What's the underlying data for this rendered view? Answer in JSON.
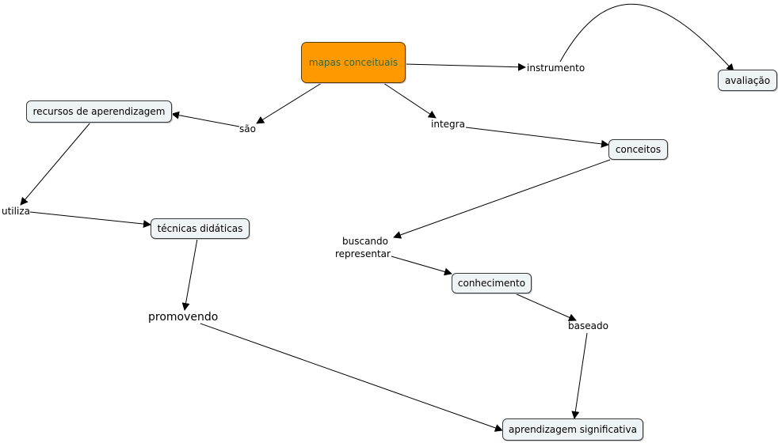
{
  "nodes": {
    "mapas": "mapas conceituais",
    "recursos": "recursos de aperendizagem",
    "tecnicas": "técnicas didáticas",
    "conceitos": "conceitos",
    "conhecimento": "conhecimento",
    "avaliacao": "avaliação",
    "aprendizagem": "aprendizagem significativa"
  },
  "links": {
    "instrumento": "instrumento",
    "sao": "são",
    "integra": "integra",
    "utiliza": "utiliza",
    "promovendo": "promovendo",
    "buscando": "buscando",
    "representar": "representar",
    "baseado": "baseado"
  },
  "colors": {
    "root_fill": "#ff9900",
    "root_text": "#2d6a4a",
    "node_fill": "#eef3f5",
    "edge": "#000000"
  }
}
